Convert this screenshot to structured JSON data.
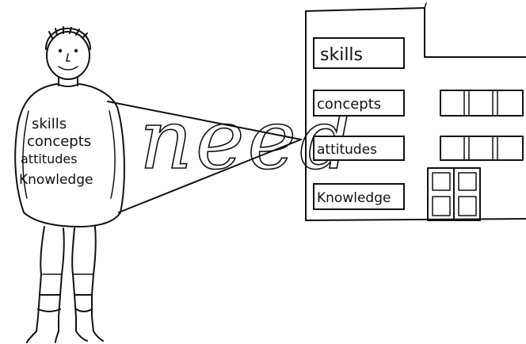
{
  "person": {
    "body_words": [
      "skills",
      "concepts",
      "attitudes",
      "Knowledge"
    ]
  },
  "connector": {
    "word": "need"
  },
  "building": {
    "labels": [
      "skills",
      "concepts",
      "attitudes",
      "Knowledge"
    ]
  }
}
